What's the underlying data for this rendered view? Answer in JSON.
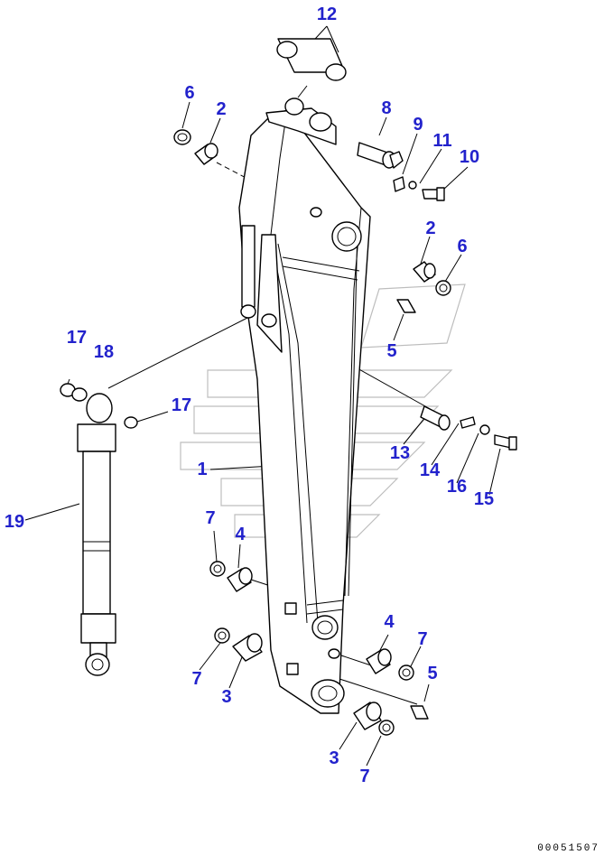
{
  "diagram": {
    "title": "",
    "drawing_number": "00051507",
    "callouts": [
      {
        "id": "c12",
        "label": "12"
      },
      {
        "id": "c6a",
        "label": "6"
      },
      {
        "id": "c2a",
        "label": "2"
      },
      {
        "id": "c8",
        "label": "8"
      },
      {
        "id": "c9",
        "label": "9"
      },
      {
        "id": "c11",
        "label": "11"
      },
      {
        "id": "c10",
        "label": "10"
      },
      {
        "id": "c2b",
        "label": "2"
      },
      {
        "id": "c6b",
        "label": "6"
      },
      {
        "id": "c5a",
        "label": "5"
      },
      {
        "id": "c17a",
        "label": "17"
      },
      {
        "id": "c18",
        "label": "18"
      },
      {
        "id": "c17b",
        "label": "17"
      },
      {
        "id": "c13",
        "label": "13"
      },
      {
        "id": "c14",
        "label": "14"
      },
      {
        "id": "c16",
        "label": "16"
      },
      {
        "id": "c15",
        "label": "15"
      },
      {
        "id": "c1",
        "label": "1"
      },
      {
        "id": "c19",
        "label": "19"
      },
      {
        "id": "c7a",
        "label": "7"
      },
      {
        "id": "c4a",
        "label": "4"
      },
      {
        "id": "c4b",
        "label": "4"
      },
      {
        "id": "c7b",
        "label": "7"
      },
      {
        "id": "c5b",
        "label": "5"
      },
      {
        "id": "c7c",
        "label": "7"
      },
      {
        "id": "c3a",
        "label": "3"
      },
      {
        "id": "c3b",
        "label": "3"
      },
      {
        "id": "c7d",
        "label": "7"
      }
    ],
    "colors": {
      "callout": "#2222cc",
      "line": "#000000",
      "watermark": "#bdbdbd"
    }
  }
}
